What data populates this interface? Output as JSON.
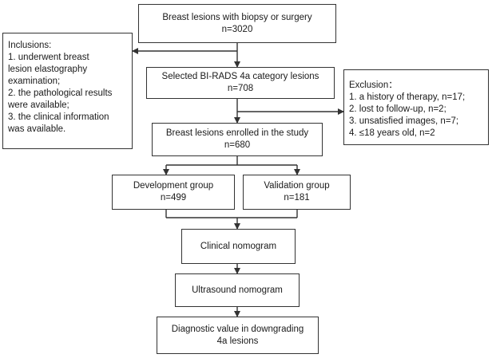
{
  "boxes": {
    "total": {
      "title": "Breast lesions with biopsy or surgery",
      "count": "n=3020"
    },
    "inclusions": {
      "title": "Inclusions:",
      "lines": [
        "1. underwent breast",
        "lesion elastography",
        "examination;",
        "2. the pathological results",
        "were available;",
        "3. the clinical information",
        "was available."
      ]
    },
    "selected": {
      "title": "Selected BI-RADS 4a category lesions",
      "count": "n=708"
    },
    "exclusion": {
      "title": "Exclusion：",
      "lines": [
        "1. a history of therapy, n=17;",
        "2. lost to follow-up, n=2;",
        "3. unsatisfied images, n=7;",
        "4. ≤18 years old, n=2"
      ]
    },
    "enrolled": {
      "title": "Breast lesions enrolled in the study",
      "count": "n=680"
    },
    "development": {
      "title": "Development group",
      "count": "n=499"
    },
    "validation": {
      "title": "Validation group",
      "count": "n=181"
    },
    "clinical": {
      "title": "Clinical nomogram"
    },
    "ultrasound": {
      "title": "Ultrasound nomogram"
    },
    "diagnostic": {
      "lines": [
        "Diagnostic value in downgrading",
        "4a lesions"
      ]
    }
  },
  "colors": {
    "border": "#333333",
    "text": "#1a1a1a",
    "line": "#333333"
  }
}
